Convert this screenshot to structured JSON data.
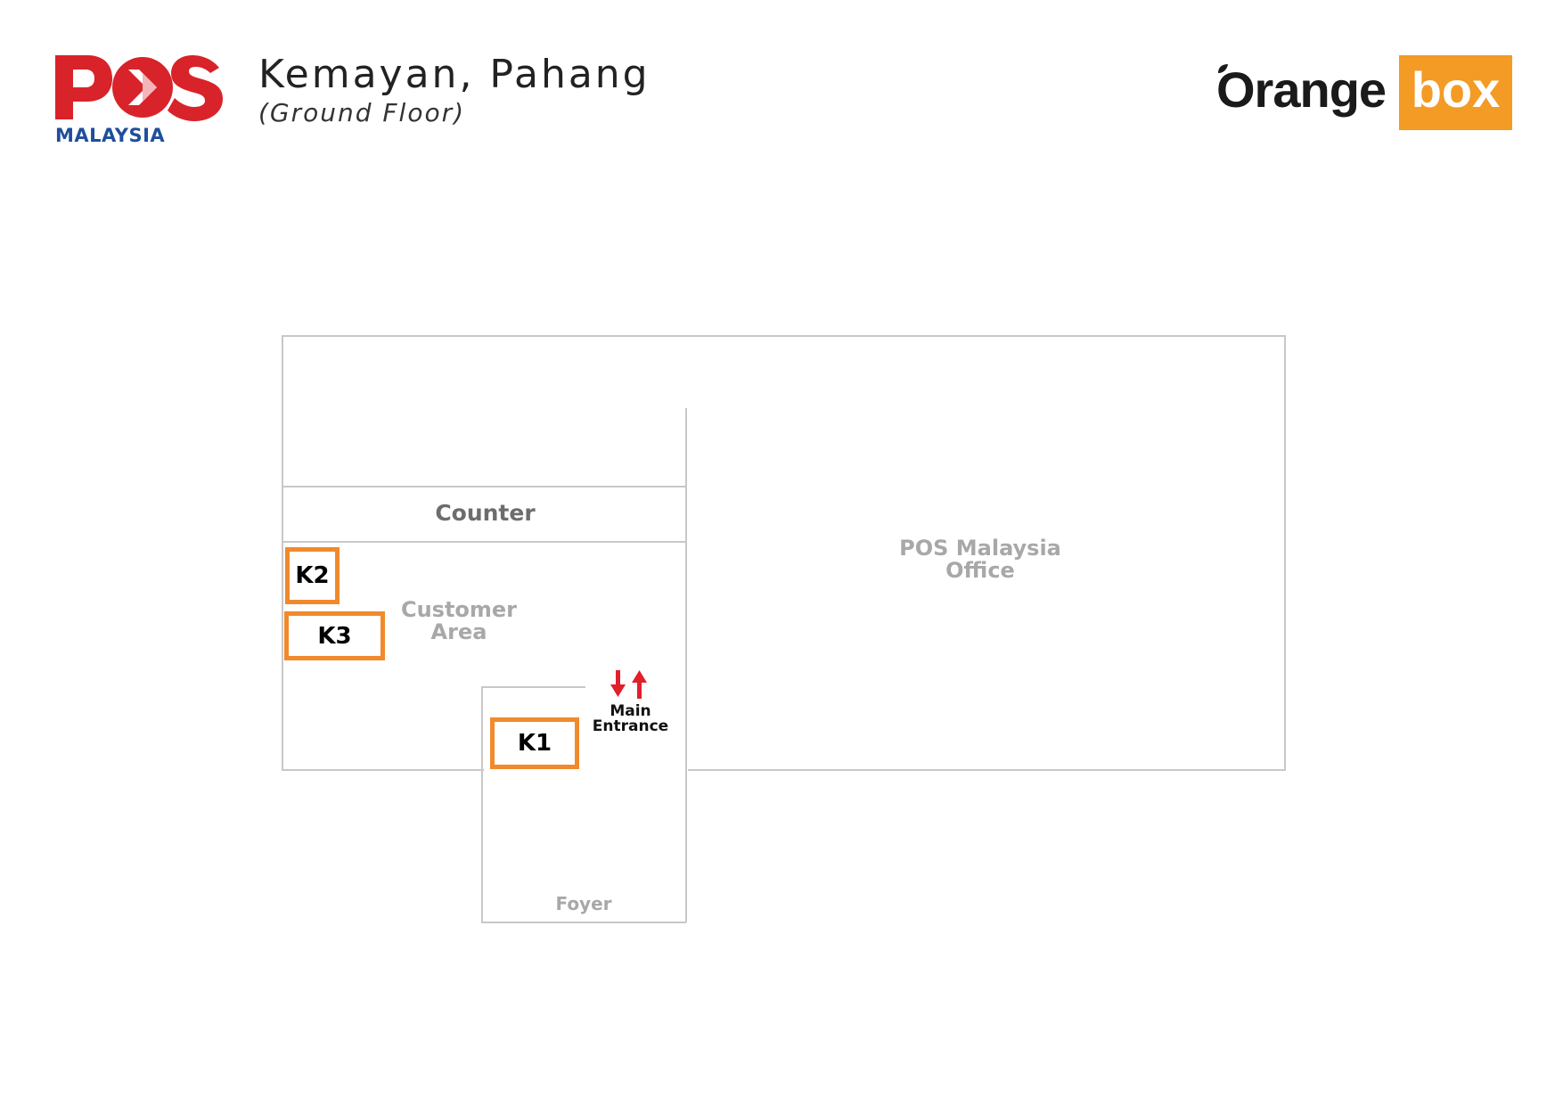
{
  "header": {
    "location_title": "Kemayan, Pahang",
    "floor_subtitle": "(Ground Floor)",
    "pos_logo": {
      "wordmark": "POS",
      "tagline": "MALAYSIA"
    },
    "orangebox_logo": {
      "word": "Orange",
      "badge": "box"
    }
  },
  "floor_plan": {
    "rooms": {
      "counter": "Counter",
      "customer_area": [
        "Customer",
        "Area"
      ],
      "office": [
        "POS Malaysia",
        "Office"
      ],
      "foyer": "Foyer"
    },
    "entrance": {
      "line1": "Main",
      "line2": "Entrance",
      "icon": "entry-exit-arrows-icon"
    },
    "kiosks": [
      {
        "id": "K2",
        "label": "K2"
      },
      {
        "id": "K3",
        "label": "K3"
      },
      {
        "id": "K1",
        "label": "K1"
      }
    ]
  },
  "colors": {
    "pos_red": "#d8232a",
    "pos_blue": "#1f4e9c",
    "kiosk_border": "#f08a2c",
    "orangebox_badge": "#f39b25",
    "wall": "#c8c8c8",
    "arrow_red": "#e0202a"
  }
}
